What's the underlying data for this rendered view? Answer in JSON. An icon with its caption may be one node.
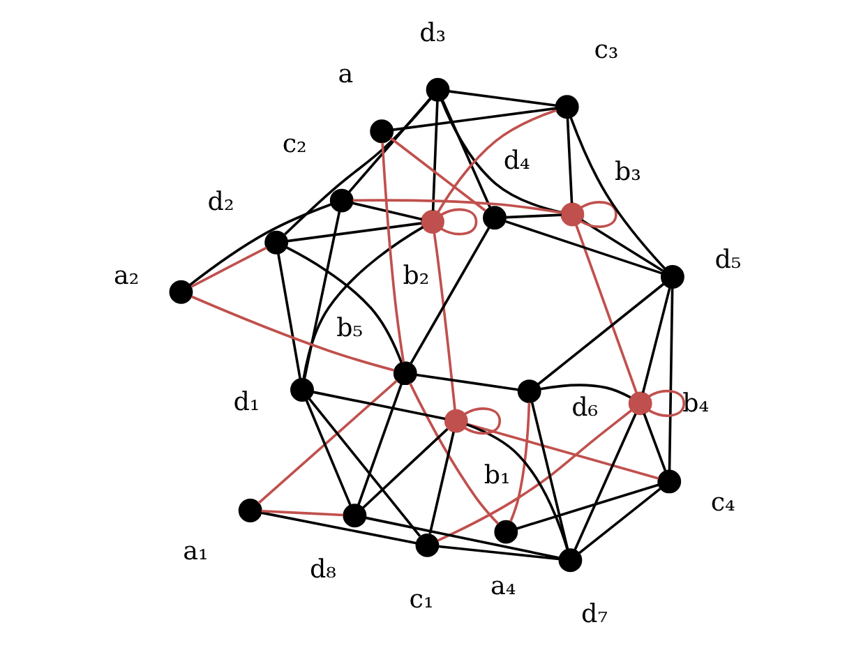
{
  "diagram": {
    "nodes": [
      {
        "text": [],
        "shape": "circle",
        "beside": [
          "a₁"
        ]
      },
      {
        "text": [],
        "shape": "circle",
        "beside": [
          "a₄"
        ]
      },
      {
        "text": [],
        "shape": "circle",
        "beside": [
          "c₁"
        ]
      },
      {
        "text": [],
        "shape": "circle",
        "beside": [
          "c₄"
        ]
      },
      {
        "text": [],
        "shape": "circle",
        "beside": [
          "d₇"
        ]
      },
      {
        "text": [],
        "shape": "circle",
        "beside": [
          "b₁"
        ]
      },
      {
        "text": [],
        "shape": "circle",
        "beside": [
          "b₄"
        ]
      },
      {
        "text": [],
        "shape": "circle",
        "beside": [
          "d₈"
        ]
      },
      {
        "text": [],
        "shape": "circle",
        "beside": [
          "d₆"
        ]
      },
      {
        "text": [],
        "shape": "circle",
        "beside": [
          "d₁"
        ]
      },
      {
        "text": [],
        "shape": "circle",
        "beside": [
          "b₅"
        ]
      },
      {
        "text": [],
        "shape": "circle",
        "beside": [
          "d₅"
        ]
      },
      {
        "text": [],
        "shape": "circle",
        "beside": [
          "d₂"
        ]
      },
      {
        "text": [],
        "shape": "circle",
        "beside": [
          "d₄"
        ]
      },
      {
        "text": [],
        "shape": "circle",
        "beside": [
          "b₂"
        ]
      },
      {
        "text": [],
        "shape": "circle",
        "beside": [
          "b₃"
        ]
      },
      {
        "text": [],
        "shape": "circle",
        "beside": [
          "d₃"
        ]
      },
      {
        "text": [],
        "shape": "circle",
        "beside": [
          "c₂"
        ]
      },
      {
        "text": [],
        "shape": "circle",
        "beside": [
          "c₃"
        ]
      },
      {
        "text": [],
        "shape": "circle",
        "beside": [
          "a₂"
        ]
      },
      {
        "text": [],
        "shape": "circle",
        "beside": [
          "a"
        ]
      }
    ],
    "edges": [
      {
        "from": 0,
        "to": 2,
        "arrow": "none"
      },
      {
        "from": 2,
        "to": 5,
        "arrow": "none"
      },
      {
        "from": 2,
        "to": 4,
        "arrow": "none"
      },
      {
        "from": 2,
        "to": 9,
        "arrow": "none"
      },
      {
        "from": 5,
        "to": 4,
        "arrow": "none"
      },
      {
        "from": 5,
        "to": 9,
        "arrow": "none"
      },
      {
        "from": 5,
        "to": 7,
        "arrow": "none"
      },
      {
        "from": 7,
        "to": 10,
        "arrow": "none"
      },
      {
        "from": 4,
        "to": 7,
        "arrow": "none"
      },
      {
        "from": 7,
        "to": 9,
        "arrow": "none"
      },
      {
        "from": 4,
        "to": 8,
        "arrow": "none"
      },
      {
        "from": 8,
        "to": 11,
        "arrow": "none"
      },
      {
        "from": 6,
        "to": 8,
        "arrow": "none"
      },
      {
        "from": 8,
        "to": 10,
        "arrow": "none"
      },
      {
        "from": 1,
        "to": 3,
        "arrow": "none"
      },
      {
        "from": 3,
        "to": 6,
        "arrow": "none"
      },
      {
        "from": 3,
        "to": 4,
        "arrow": "none"
      },
      {
        "from": 3,
        "to": 11,
        "arrow": "none"
      },
      {
        "from": 4,
        "to": 6,
        "arrow": "none"
      },
      {
        "from": 6,
        "to": 11,
        "arrow": "none"
      },
      {
        "from": 9,
        "to": 12,
        "arrow": "none"
      },
      {
        "from": 12,
        "to": 16,
        "arrow": "none"
      },
      {
        "from": 9,
        "to": 14,
        "arrow": "none"
      },
      {
        "from": 14,
        "to": 16,
        "arrow": "none"
      },
      {
        "from": 17,
        "to": 9,
        "arrow": "none"
      },
      {
        "from": 17,
        "to": 14,
        "arrow": "none"
      },
      {
        "from": 17,
        "to": 16,
        "arrow": "none"
      },
      {
        "from": 19,
        "to": 17,
        "arrow": "none"
      },
      {
        "from": 14,
        "to": 12,
        "arrow": "none"
      },
      {
        "from": 12,
        "to": 10,
        "arrow": "none"
      },
      {
        "from": 11,
        "to": 13,
        "arrow": "none"
      },
      {
        "from": 13,
        "to": 16,
        "arrow": "none"
      },
      {
        "from": 11,
        "to": 15,
        "arrow": "none"
      },
      {
        "from": 15,
        "to": 16,
        "arrow": "none"
      },
      {
        "from": 10,
        "to": 13,
        "arrow": "none"
      },
      {
        "from": 13,
        "to": 15,
        "arrow": "none"
      },
      {
        "from": 15,
        "to": 18,
        "arrow": "none"
      },
      {
        "from": 18,
        "to": 16,
        "arrow": "none"
      },
      {
        "from": 18,
        "to": 11,
        "arrow": "none"
      },
      {
        "from": 20,
        "to": 18,
        "arrow": "none"
      },
      {
        "from": 0,
        "to": 10,
        "arrow": "none",
        "color": "#c0504d"
      },
      {
        "from": 0,
        "to": 7,
        "arrow": "none",
        "color": "#c0504d"
      },
      {
        "from": 2,
        "to": 6,
        "arrow": "none",
        "color": "#c0504d"
      },
      {
        "from": 5,
        "to": 5,
        "arrow": "none",
        "color": "#c0504d"
      },
      {
        "from": 1,
        "to": 10,
        "arrow": "none",
        "color": "#c0504d"
      },
      {
        "from": 1,
        "to": 8,
        "arrow": "none",
        "color": "#c0504d"
      },
      {
        "from": 3,
        "to": 5,
        "arrow": "none",
        "color": "#c0504d"
      },
      {
        "from": 6,
        "to": 6,
        "arrow": "none",
        "color": "#c0504d"
      },
      {
        "from": 19,
        "to": 10,
        "arrow": "none",
        "color": "#c0504d"
      },
      {
        "from": 19,
        "to": 12,
        "arrow": "none",
        "color": "#c0504d"
      },
      {
        "from": 17,
        "to": 15,
        "arrow": "none",
        "color": "#c0504d"
      },
      {
        "from": 14,
        "to": 14,
        "arrow": "none",
        "color": "#c0504d"
      },
      {
        "from": 20,
        "to": 10,
        "arrow": "none",
        "color": "#c0504d"
      },
      {
        "from": 20,
        "to": 13,
        "arrow": "none",
        "color": "#c0504d"
      },
      {
        "from": 18,
        "to": 14,
        "arrow": "none",
        "color": "#c0504d"
      },
      {
        "from": 15,
        "to": 15,
        "arrow": "none",
        "color": "#c0504d"
      },
      {
        "from": 5,
        "to": 14,
        "arrow": "none",
        "color": "#c0504d"
      },
      {
        "from": 6,
        "to": 15,
        "arrow": "none",
        "color": "#c0504d"
      }
    ]
  }
}
